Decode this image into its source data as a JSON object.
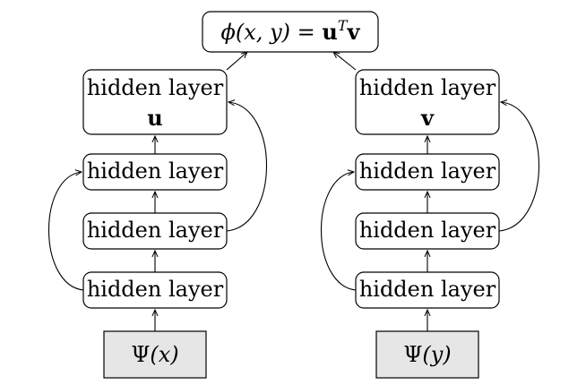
{
  "output": {
    "phi": "ϕ",
    "args": "(x, y)",
    "equals": " = ",
    "u": "u",
    "superscript": "T",
    "v": "v"
  },
  "left_tower": {
    "layers": [
      "hidden layer",
      "hidden layer",
      "hidden layer"
    ],
    "top_layer": {
      "label": "hidden layer",
      "vector": "u"
    },
    "input": {
      "psi": "Ψ",
      "arg": "(x)"
    }
  },
  "right_tower": {
    "layers": [
      "hidden layer",
      "hidden layer",
      "hidden layer"
    ],
    "top_layer": {
      "label": "hidden layer",
      "vector": "v"
    },
    "input": {
      "psi": "Ψ",
      "arg": "(y)"
    }
  },
  "colors": {
    "input_fill": "#e6e6e6",
    "stroke": "#000000",
    "background": "#ffffff"
  }
}
